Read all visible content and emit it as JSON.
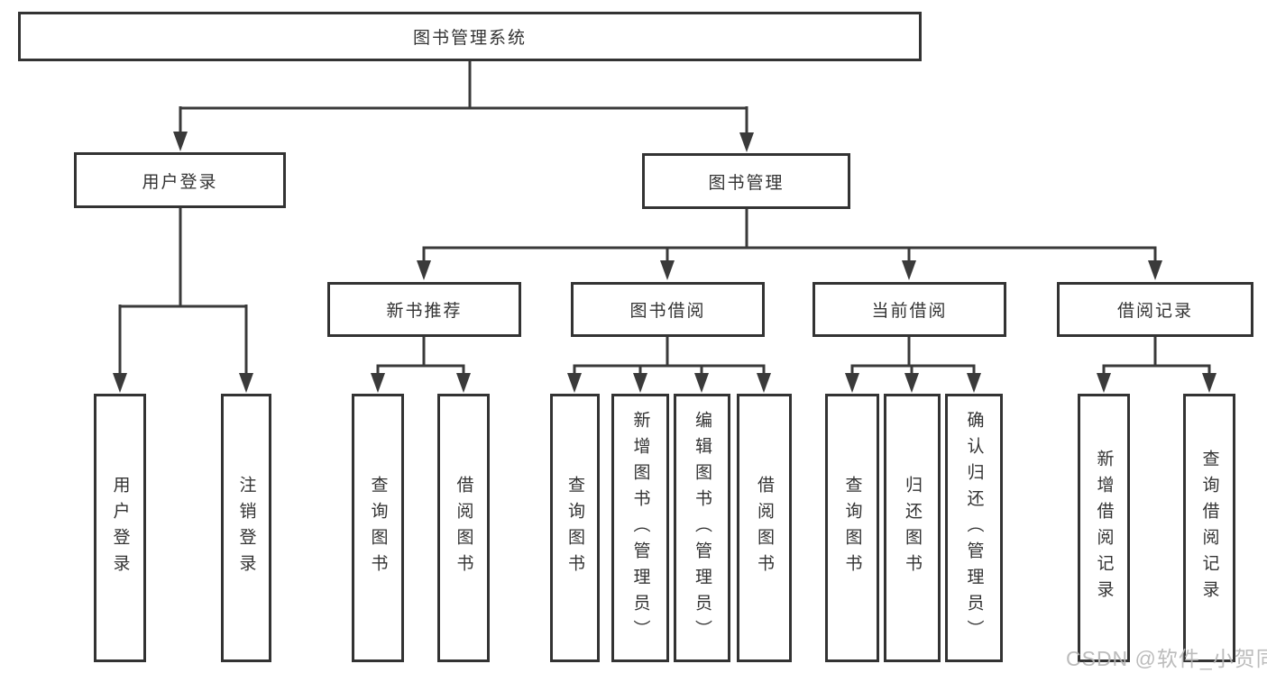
{
  "diagram_type": "hierarchy-diagram",
  "tree": {
    "label": "图书管理系统",
    "children": [
      {
        "label": "用户登录",
        "children": [
          {
            "label": "用户登录"
          },
          {
            "label": "注销登录"
          }
        ]
      },
      {
        "label": "图书管理",
        "children": [
          {
            "label": "新书推荐",
            "children": [
              {
                "label": "查询图书"
              },
              {
                "label": "借阅图书"
              }
            ]
          },
          {
            "label": "图书借阅",
            "children": [
              {
                "label": "查询图书"
              },
              {
                "label": "新增图书（管理员）"
              },
              {
                "label": "编辑图书（管理员）"
              },
              {
                "label": "借阅图书"
              }
            ]
          },
          {
            "label": "当前借阅",
            "children": [
              {
                "label": "查询图书"
              },
              {
                "label": "归还图书"
              },
              {
                "label": "确认归还（管理员）"
              }
            ]
          },
          {
            "label": "借阅记录",
            "children": [
              {
                "label": "新增借阅记录"
              },
              {
                "label": "查询借阅记录"
              }
            ]
          }
        ]
      }
    ]
  },
  "watermark": {
    "text": "CSDN @软件_小贺同学"
  },
  "colors": {
    "line": "#3a3a3a",
    "border": "#333333",
    "text": "#333333",
    "background": "#ffffff",
    "watermark": "#b5b5b5"
  }
}
